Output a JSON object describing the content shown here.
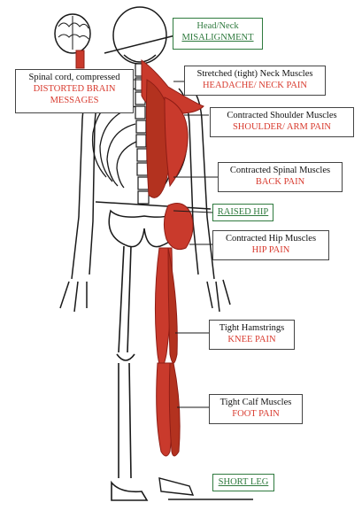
{
  "labels": {
    "head_neck": {
      "line1": "Head/Neck",
      "line2": "MISALIGNMENT"
    },
    "spinal_cord": {
      "line1": "Spinal cord, compressed",
      "line2": "DISTORTED BRAIN",
      "line3": "MESSAGES"
    },
    "neck_muscles": {
      "line1": "Stretched (tight) Neck Muscles",
      "line2": "HEADACHE/ NECK PAIN"
    },
    "shoulder_muscles": {
      "line1": "Contracted Shoulder Muscles",
      "line2": "SHOULDER/ ARM PAIN"
    },
    "spinal_muscles": {
      "line1": "Contracted Spinal Muscles",
      "line2": "BACK PAIN"
    },
    "raised_hip": {
      "line1": "RAISED HIP"
    },
    "hip_muscles": {
      "line1": "Contracted Hip Muscles",
      "line2": "HIP PAIN"
    },
    "hamstrings": {
      "line1": "Tight Hamstrings",
      "line2": "KNEE PAIN"
    },
    "calf_muscles": {
      "line1": "Tight Calf Muscles",
      "line2": "FOOT PAIN"
    },
    "short_leg": {
      "line1": "SHORT LEG"
    }
  },
  "colors": {
    "muscle": "#c93a2c",
    "muscle_dark": "#8f1d15",
    "bone_line": "#1a1a1a",
    "warning_text": "#d83a2e",
    "alignment_text": "#2f7a3e"
  }
}
